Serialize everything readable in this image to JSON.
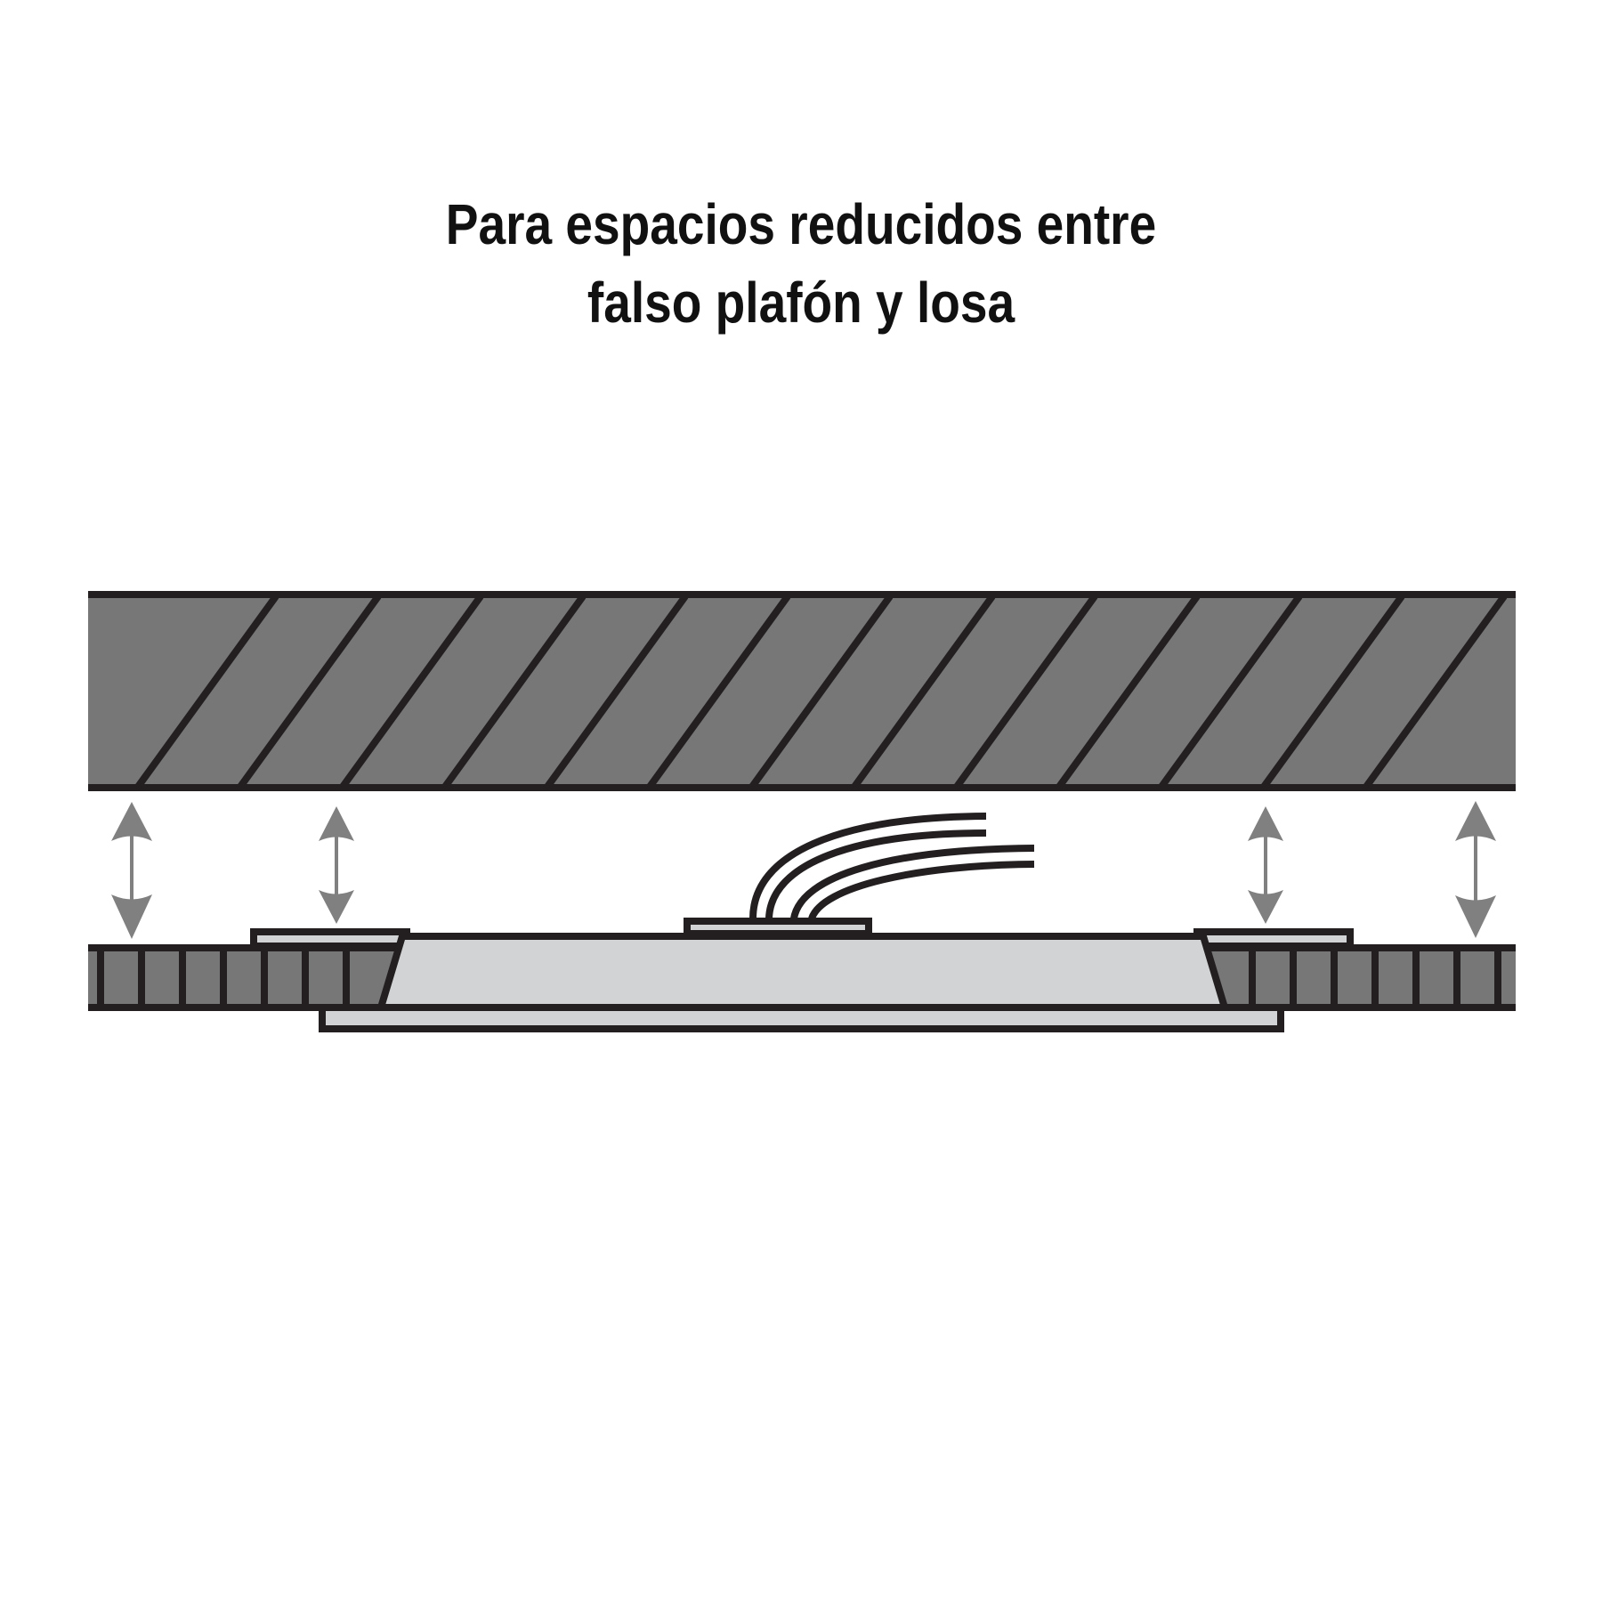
{
  "title": {
    "line1": "Para espacios reducidos entre",
    "line2": "falso plafón y losa"
  },
  "colors": {
    "background": "#ffffff",
    "outline": "#231f20",
    "slab_fill": "#777777",
    "panel_band_fill": "#777777",
    "fixture_fill": "#d1d3d4",
    "arrow": "#808080",
    "text": "#111111"
  },
  "diagram": {
    "slab": {
      "label_semantic": "losa (concrete slab)",
      "hatch_count": 13
    },
    "false_ceiling": {
      "label_semantic": "falso plafón (drop ceiling)"
    },
    "fixture": {
      "label_semantic": "slim LED panel with junction box and wires",
      "wire_count": 4
    },
    "gap_arrows": {
      "count": 4,
      "semantic": "reduced space indicator"
    }
  }
}
